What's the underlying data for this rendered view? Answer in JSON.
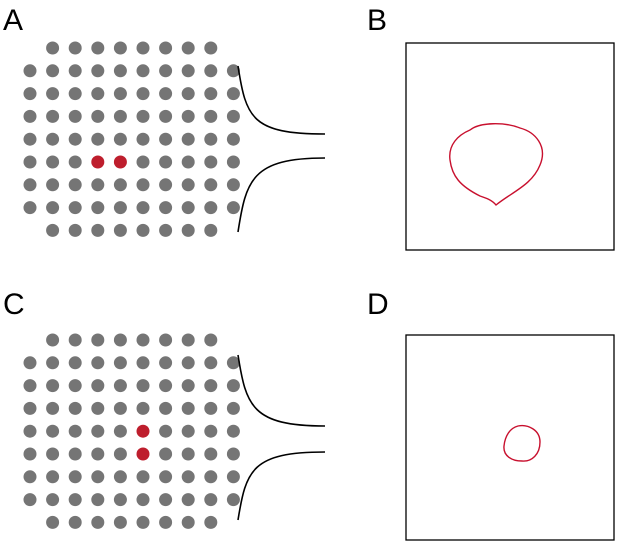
{
  "labels": {
    "a": "A",
    "b": "B",
    "c": "C",
    "d": "D"
  },
  "colors": {
    "electrode": "#757575",
    "active_electrode": "#be1e2d",
    "outline": "#c8102e",
    "frame": "#000000",
    "lead": "#000000"
  },
  "arrays": [
    {
      "id": "A",
      "rows": 9,
      "cols": 10,
      "active": [
        [
          5,
          3
        ],
        [
          5,
          4
        ]
      ]
    },
    {
      "id": "C",
      "rows": 9,
      "cols": 10,
      "active": [
        [
          4,
          5
        ],
        [
          5,
          5
        ]
      ]
    }
  ],
  "maps": [
    {
      "id": "B",
      "shape": "large-irregular"
    },
    {
      "id": "D",
      "shape": "small-round"
    }
  ]
}
